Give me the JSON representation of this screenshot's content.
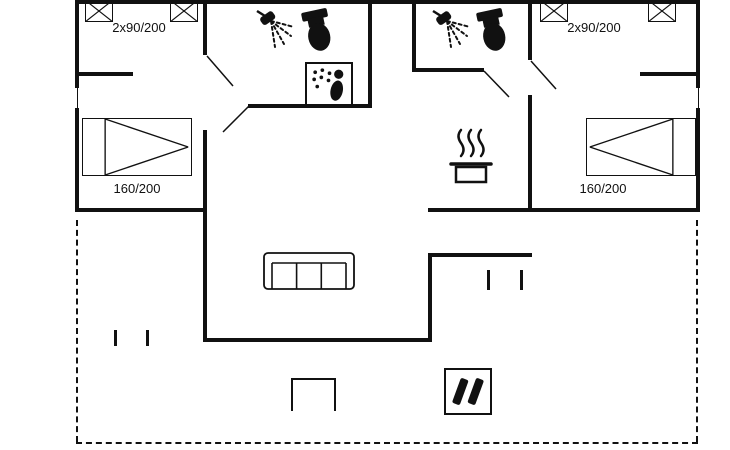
{
  "floorplan": {
    "background_color": "#ffffff",
    "wall_color": "#111111",
    "rooms": {
      "bedroom_top_left": {
        "bed_label": "2x90/200"
      },
      "bedroom_top_right": {
        "bed_label": "2x90/200"
      },
      "bedroom_mid_left": {
        "bed_label": "160/200"
      },
      "bedroom_mid_right": {
        "bed_label": "160/200"
      }
    },
    "icons": [
      "shower-icon",
      "toilet-icon",
      "shower-icon",
      "toilet-icon",
      "whirlpool-bath-icon",
      "cooking-pot-icon",
      "sofa-icon",
      "wood-stove-icon",
      "steps-icon",
      "terrace-post-icon",
      "twin-beds-icon",
      "double-bed-icon"
    ]
  }
}
